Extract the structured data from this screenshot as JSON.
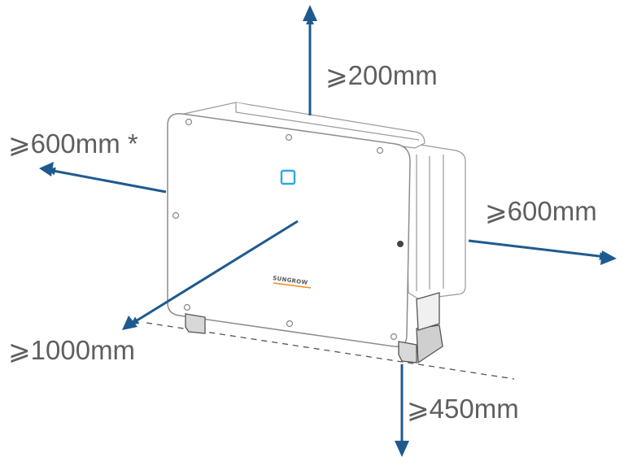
{
  "clearances": {
    "top": "⩾200mm",
    "left": "⩾600mm *",
    "right": "⩾600mm",
    "front": "⩾1000mm",
    "bottom": "⩾450mm"
  },
  "device": {
    "brand": "SUNGROW"
  },
  "colors": {
    "arrow": "#1f5a8f",
    "label": "#5f5f5f",
    "outline": "#9a9a9a",
    "indicator": "#2fa8e8",
    "brand_accent": "#f08a1c"
  }
}
